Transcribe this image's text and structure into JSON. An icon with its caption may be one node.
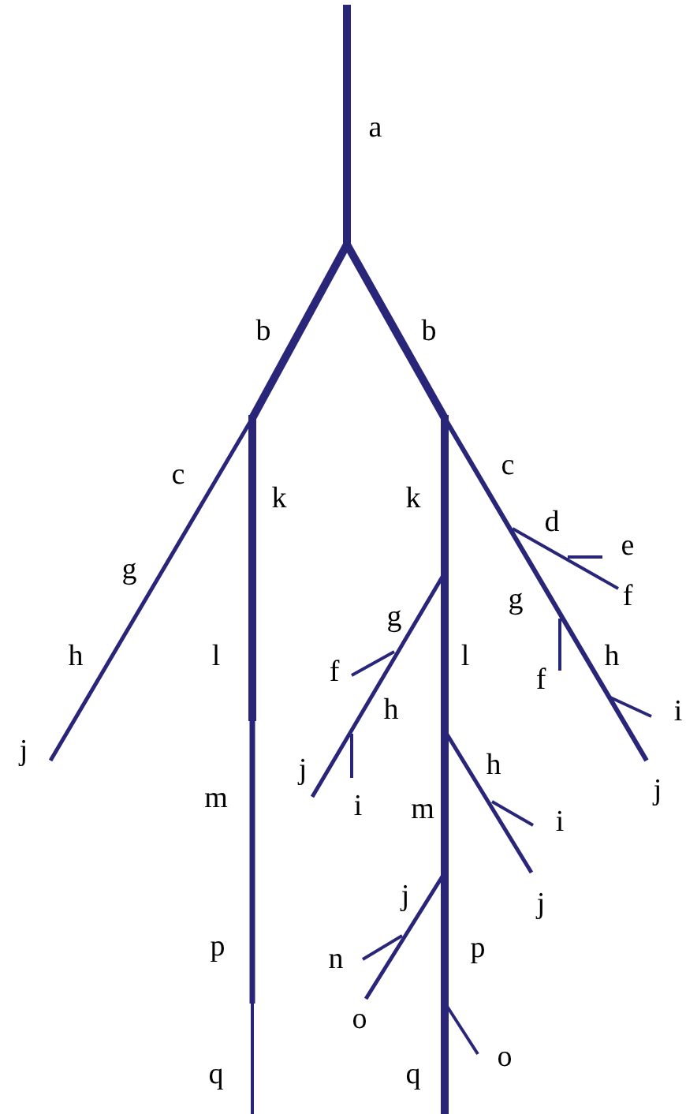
{
  "diagram": {
    "labels": [
      "a",
      "b",
      "b",
      "c",
      "c",
      "k",
      "k",
      "d",
      "e",
      "g",
      "f",
      "g",
      "g",
      "h",
      "l",
      "l",
      "h",
      "f",
      "f",
      "h",
      "i",
      "j",
      "j",
      "h",
      "j",
      "m",
      "m",
      "i",
      "i",
      "j",
      "j",
      "p",
      "p",
      "n",
      "o",
      "o",
      "q",
      "q"
    ]
  }
}
